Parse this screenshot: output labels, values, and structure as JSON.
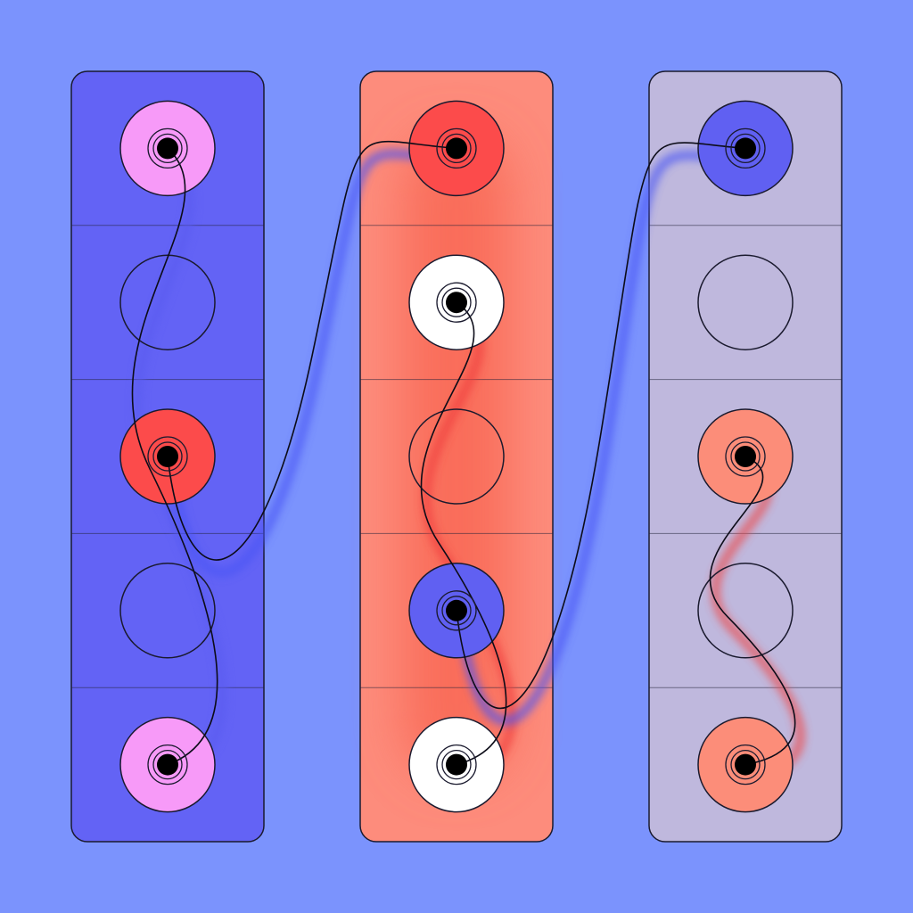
{
  "board": {
    "background": "#7b93fd",
    "columns": [
      {
        "id": "left",
        "color": "#6363f5",
        "slots": [
          {
            "state": "filled",
            "color": "#f79af8",
            "pin": true
          },
          {
            "state": "empty"
          },
          {
            "state": "filled",
            "color": "#fc4b4b",
            "pin": true
          },
          {
            "state": "empty"
          },
          {
            "state": "filled",
            "color": "#f79af8",
            "pin": true
          }
        ]
      },
      {
        "id": "middle",
        "color": "#fd8c7c",
        "glow": "#f86450",
        "slots": [
          {
            "state": "filled",
            "color": "#fc4b4b",
            "pin": true
          },
          {
            "state": "filled",
            "color": "#ffffff",
            "pin": true
          },
          {
            "state": "empty"
          },
          {
            "state": "filled",
            "color": "#6060f2",
            "pin": true
          },
          {
            "state": "filled",
            "color": "#ffffff",
            "pin": true
          }
        ]
      },
      {
        "id": "right",
        "color": "#bfb8dd",
        "slots": [
          {
            "state": "filled",
            "color": "#6060f2",
            "pin": true
          },
          {
            "state": "empty"
          },
          {
            "state": "filled",
            "color": "#fc8d79",
            "pin": true
          },
          {
            "state": "empty"
          },
          {
            "state": "filled",
            "color": "#fc8d79",
            "pin": true
          }
        ]
      }
    ],
    "wires": [
      {
        "from": [
          0,
          0
        ],
        "to": [
          0,
          4
        ],
        "glow": "#5a5cf0"
      },
      {
        "from": [
          0,
          2
        ],
        "to": [
          1,
          0
        ],
        "glow": "#4a55f5"
      },
      {
        "from": [
          1,
          1
        ],
        "to": [
          1,
          4
        ],
        "glow": "#f03c3c"
      },
      {
        "from": [
          1,
          3
        ],
        "to": [
          2,
          0
        ],
        "glow": "#4a55f5"
      },
      {
        "from": [
          2,
          2
        ],
        "to": [
          2,
          4
        ],
        "glow": "#ee4a4a"
      }
    ]
  }
}
